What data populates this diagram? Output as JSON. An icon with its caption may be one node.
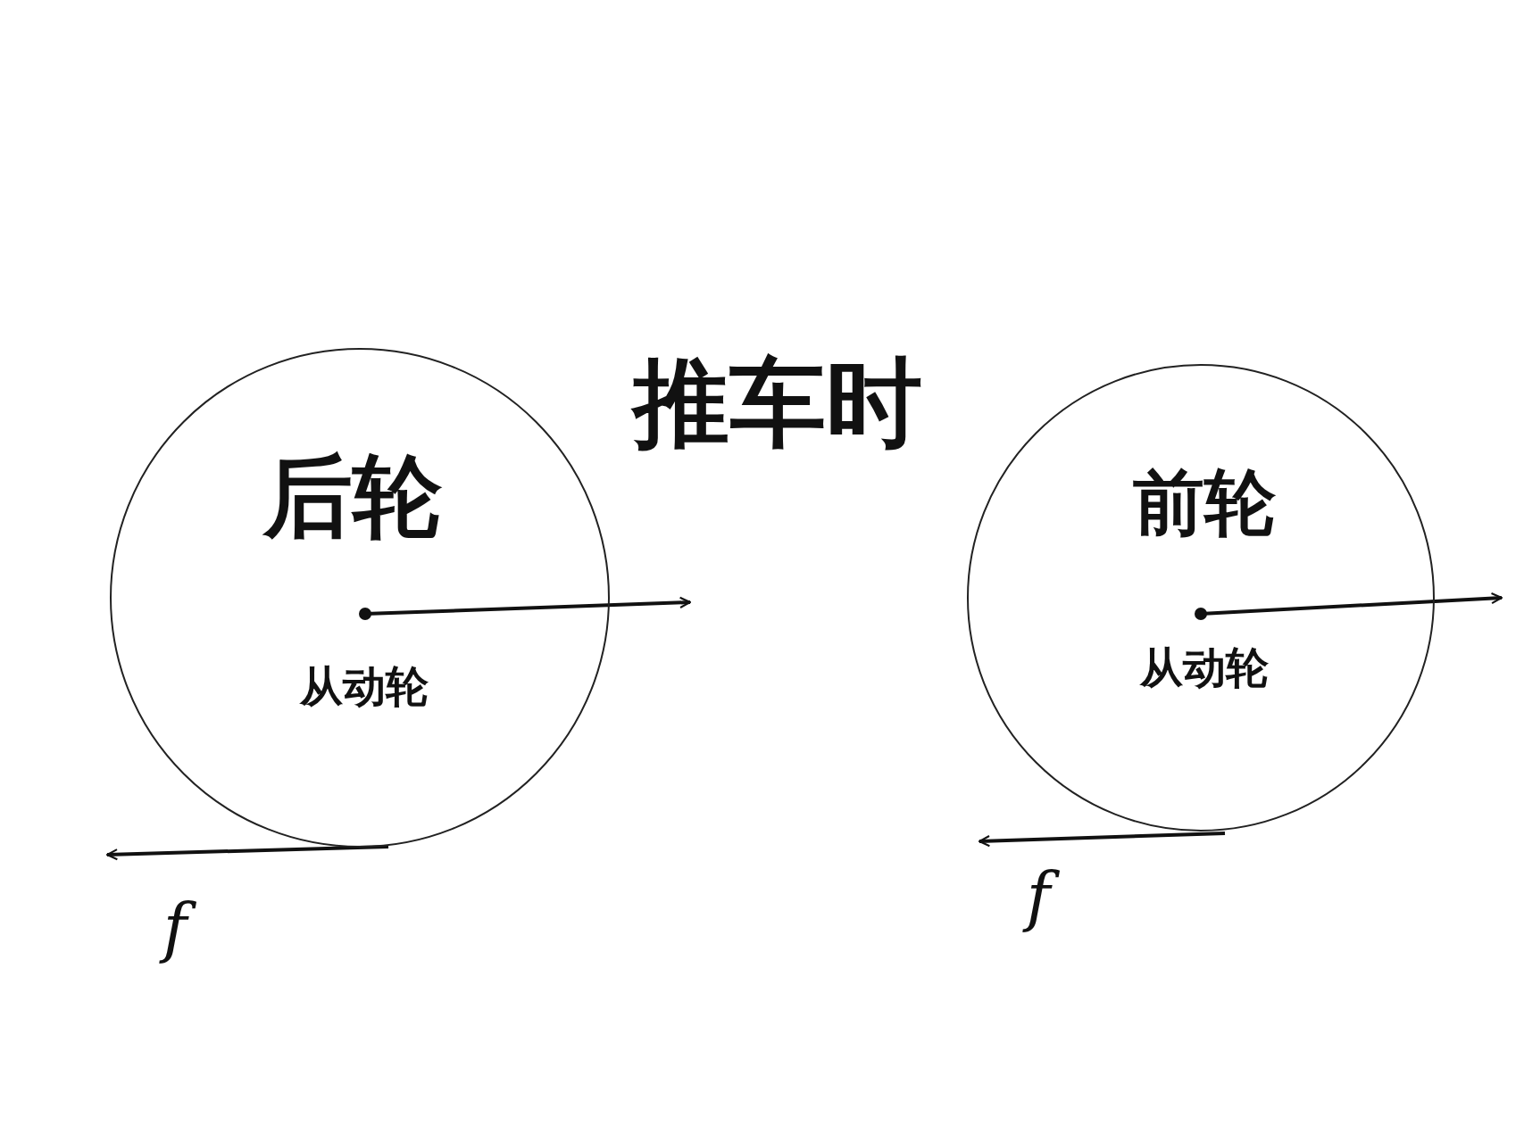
{
  "diagram": {
    "title": "推车时",
    "nodes": [
      {
        "text": [
          "后轮",
          "从动轮"
        ]
      },
      {
        "text": [
          "前轮",
          "从动轮"
        ]
      }
    ],
    "labels": [
      "f",
      "f"
    ]
  }
}
